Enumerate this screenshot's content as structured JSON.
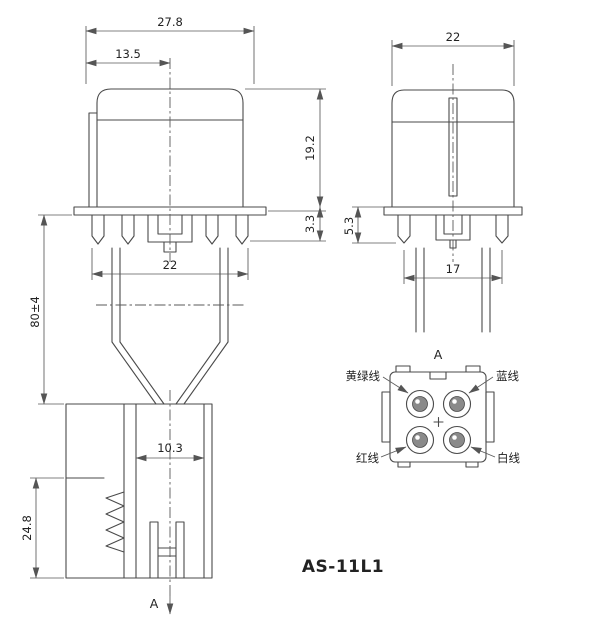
{
  "title": "AS-11L1",
  "line_color": "#4a4a4a",
  "front_view": {
    "dim_total_width": "27.8",
    "dim_cap_width": "13.5",
    "dim_body_height": "19.2",
    "dim_flange_height": "3.3",
    "dim_base_width": "22",
    "dim_wire_length": "80±4",
    "dim_slot_width": "10.3",
    "dim_connector_height": "24.8",
    "section_label": "A"
  },
  "side_view": {
    "dim_width": "22",
    "dim_flange_height": "5.3",
    "dim_base_width": "17"
  },
  "detail_view": {
    "view_label": "A",
    "wire_labels": {
      "top_left": "黄绿线",
      "top_right": "蓝线",
      "bottom_left": "红线",
      "bottom_right": "白线"
    }
  }
}
